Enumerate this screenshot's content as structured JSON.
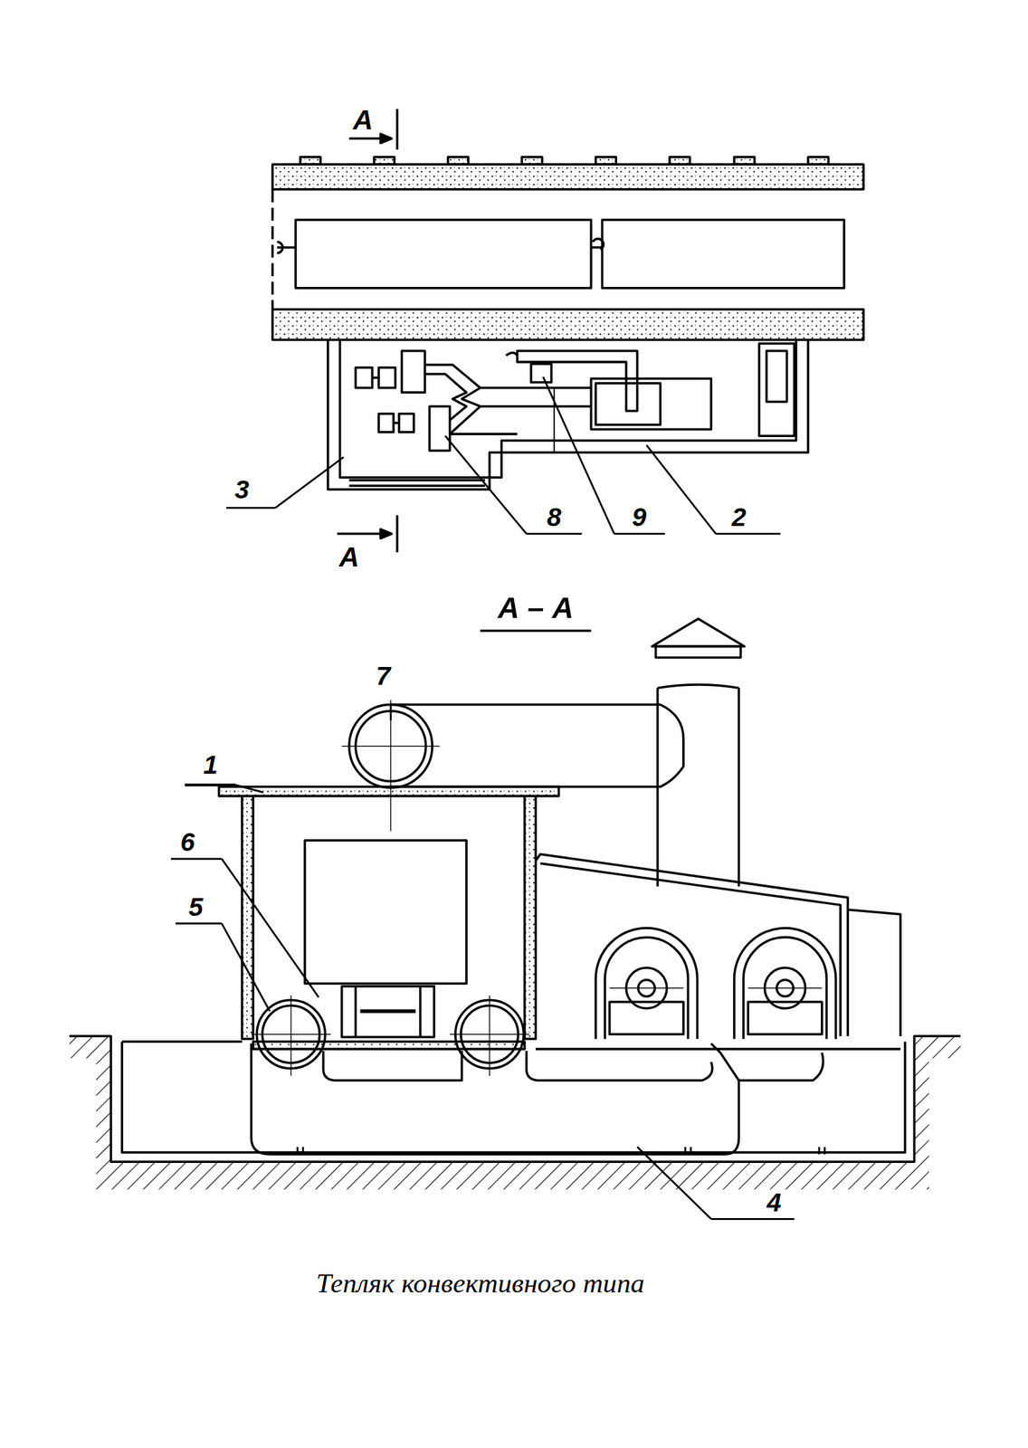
{
  "diagram": {
    "caption": "Тепляк конвективного типа",
    "labels": [
      "А",
      "А",
      "3",
      "8",
      "9",
      "2",
      "А – А",
      "7",
      "1",
      "6",
      "5",
      "4"
    ]
  }
}
